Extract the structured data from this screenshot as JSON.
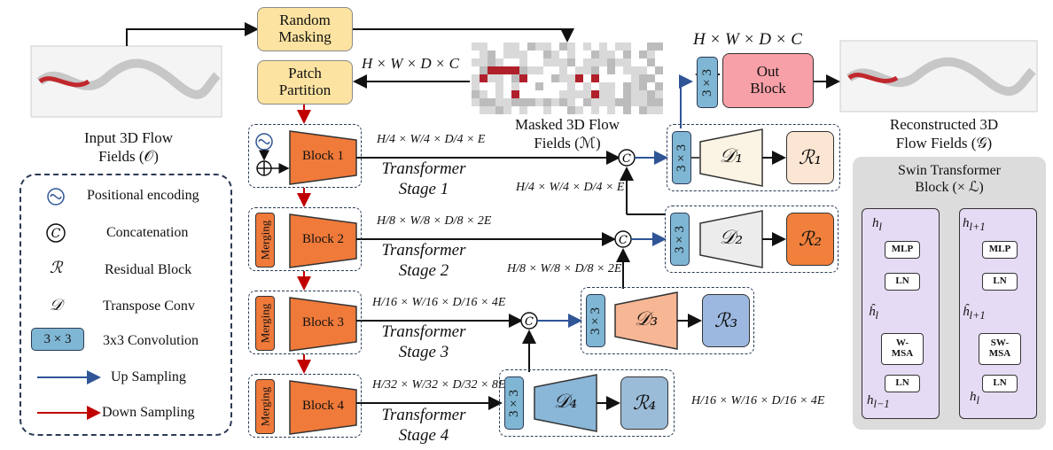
{
  "inputs": {
    "random_masking": "Random\nMasking",
    "patch_partition": "Patch\nPartition",
    "input_caption": "Input 3D Flow\nFields (𝒪)",
    "masked_caption": "Masked 3D Flow\nFields (ℳ)",
    "reconstructed_caption": "Reconstructed 3D\nFlow Fields (𝒢)",
    "dim_top": "H × W × D × C",
    "dim_out": "H × W × D × C",
    "out_block": "Out\nBlock"
  },
  "encoder": {
    "blocks": [
      "Block 1",
      "Block 2",
      "Block 3",
      "Block 4"
    ],
    "merging_label": "Merging",
    "stages": [
      "Transformer\nStage 1",
      "Transformer\nStage 2",
      "Transformer\nStage 3",
      "Transformer\nStage 4"
    ],
    "dims": [
      "H/4 × W/4 × D/4 × E",
      "H/8 × W/8 × D/8 × 2E",
      "H/16 × W/16 × D/16 × 4E",
      "H/32 × W/32 × D/32 × 8E"
    ]
  },
  "decoder": {
    "conv_label": "3 × 3",
    "d_labels": [
      "𝒟₁",
      "𝒟₂",
      "𝒟₃",
      "𝒟₄"
    ],
    "r_labels": [
      "ℛ₁",
      "ℛ₂",
      "ℛ₃",
      "ℛ₄"
    ],
    "skip_dims": [
      "H/4 × W/4 × D/4 × E",
      "H/8 × W/8 × D/8 × 2E",
      "H/16 × W/16 × D/16 × 4E"
    ],
    "colors": {
      "r1": "#fbe5d3",
      "r2": "#f0803c",
      "r3": "#9db8e0",
      "r4": "#9bbcd8",
      "d1": "#fbf3e3",
      "d2": "#ececec",
      "d3": "#f7b694",
      "d4": "#8ab6d8"
    }
  },
  "legend": {
    "items": [
      {
        "icon": "positional-encoding-icon",
        "label": "Positional encoding"
      },
      {
        "icon": "concatenation-icon",
        "label": "Concatenation"
      },
      {
        "icon": "residual-block-symbol",
        "label": "Residual Block"
      },
      {
        "icon": "transpose-conv-symbol",
        "label": "Transpose Conv"
      },
      {
        "icon": "conv3x3-icon",
        "label": "3x3 Convolution"
      },
      {
        "icon": "up-arrow-icon",
        "label": "Up Sampling"
      },
      {
        "icon": "down-arrow-icon",
        "label": "Down Sampling"
      }
    ],
    "conv_icon_text": "3 × 3"
  },
  "swin": {
    "title": "Swin Transformer\nBlock (× ℒ)",
    "left": {
      "mlp": "MLP",
      "ln_top": "LN",
      "msa": "W-\nMSA",
      "ln_bottom": "LN"
    },
    "right": {
      "mlp": "MLP",
      "ln_top": "LN",
      "msa": "SW-\nMSA",
      "ln_bottom": "LN"
    }
  },
  "colors": {
    "up": "#2f5597",
    "down": "#c00000",
    "block": "#f07a3a"
  }
}
